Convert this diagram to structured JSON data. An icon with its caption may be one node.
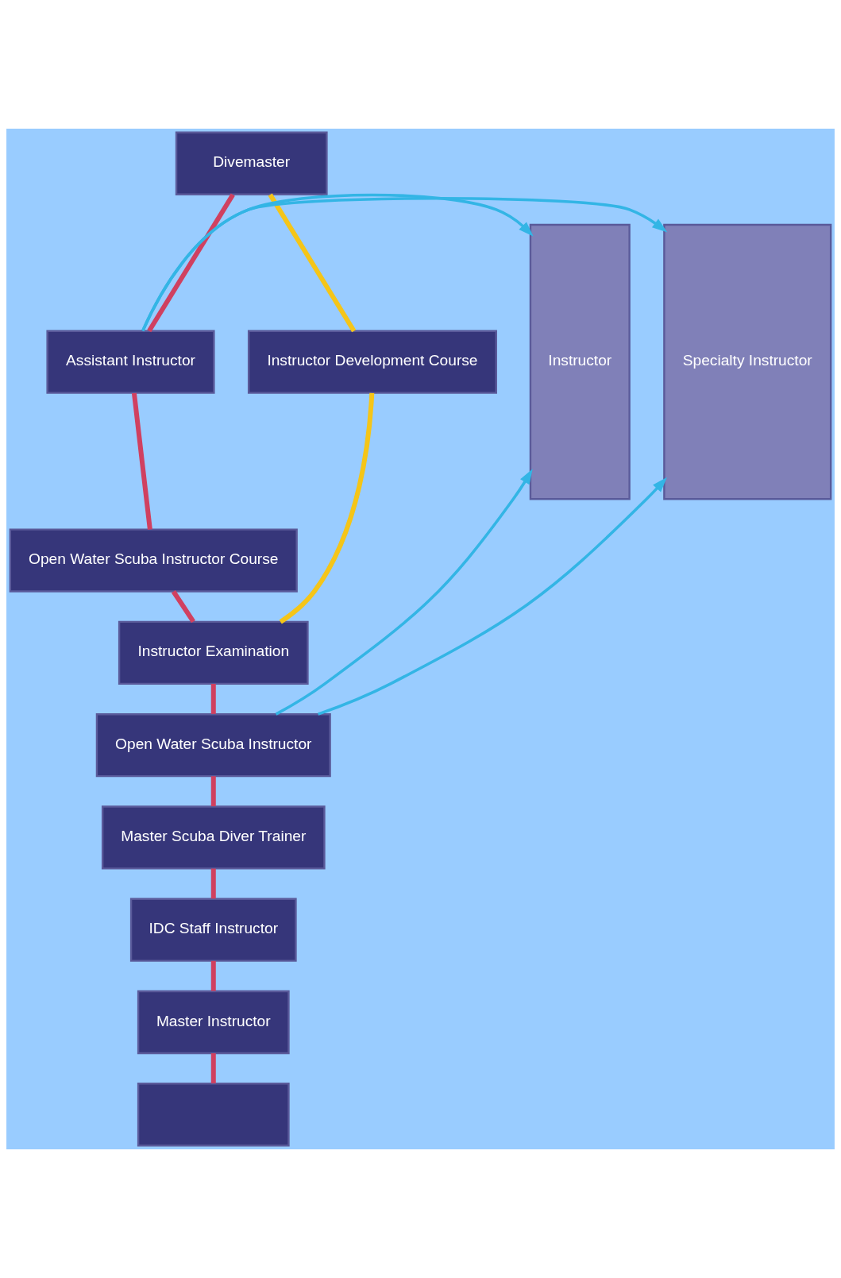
{
  "diagram": {
    "nodes": [
      {
        "text": [
          "Divemaster"
        ]
      },
      {
        "text": [
          "Instructor"
        ]
      },
      {
        "text": [
          "Assistant Instructor"
        ]
      },
      {
        "text": [
          "Specialty Instructor"
        ]
      },
      {
        "text": [
          "Instructor Development Course"
        ]
      },
      {
        "text": [
          "Open Water Scuba Instructor Course"
        ]
      },
      {
        "text": [
          "Instructor Examination"
        ]
      },
      {
        "text": [
          "Open Water Scuba Instructor"
        ]
      },
      {
        "text": [
          "Master Scuba Diver Trainer"
        ]
      },
      {
        "text": [
          "IDC Staff Instructor"
        ]
      },
      {
        "text": [
          "Master Instructor"
        ]
      },
      {
        "text": [],
        "shape": "box"
      }
    ],
    "edges": [
      {
        "from": 0,
        "to": 2,
        "arrow": "none"
      },
      {
        "from": 2,
        "to": 5,
        "arrow": "none"
      },
      {
        "from": 5,
        "to": 6,
        "arrow": "none"
      },
      {
        "from": 0,
        "to": 4,
        "arrow": "none",
        "color": "#f5c518"
      },
      {
        "from": 4,
        "to": 6,
        "arrow": "none",
        "color": "#f5c518"
      },
      {
        "from": 6,
        "to": 7,
        "arrow": "none"
      },
      {
        "from": 7,
        "to": 8,
        "arrow": "none"
      },
      {
        "from": 8,
        "to": 9,
        "arrow": "none"
      },
      {
        "from": 9,
        "to": 10,
        "arrow": "none"
      },
      {
        "from": 10,
        "to": 11,
        "arrow": "none"
      },
      {
        "from": 2,
        "to": 3,
        "arrow": "to",
        "color": "#33b5e5"
      },
      {
        "from": 2,
        "to": 1,
        "arrow": "to",
        "color": "#33b5e5"
      },
      {
        "from": 7,
        "to": 3,
        "arrow": "to",
        "color": "#33b5e5"
      },
      {
        "from": 7,
        "to": 1,
        "arrow": "to",
        "color": "#33b5e5"
      }
    ]
  }
}
